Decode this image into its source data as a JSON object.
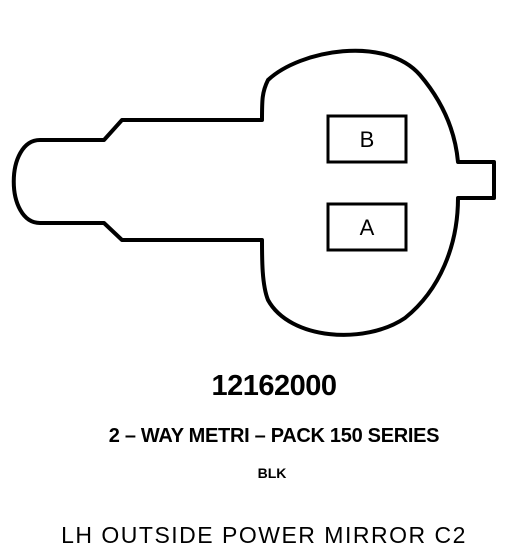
{
  "connector": {
    "pins": [
      {
        "label": "B"
      },
      {
        "label": "A"
      }
    ]
  },
  "part_number": "12162000",
  "series": "2 – WAY METRI – PACK 150 SERIES",
  "color": "BLK",
  "caption": "LH OUTSIDE POWER MIRROR C2"
}
